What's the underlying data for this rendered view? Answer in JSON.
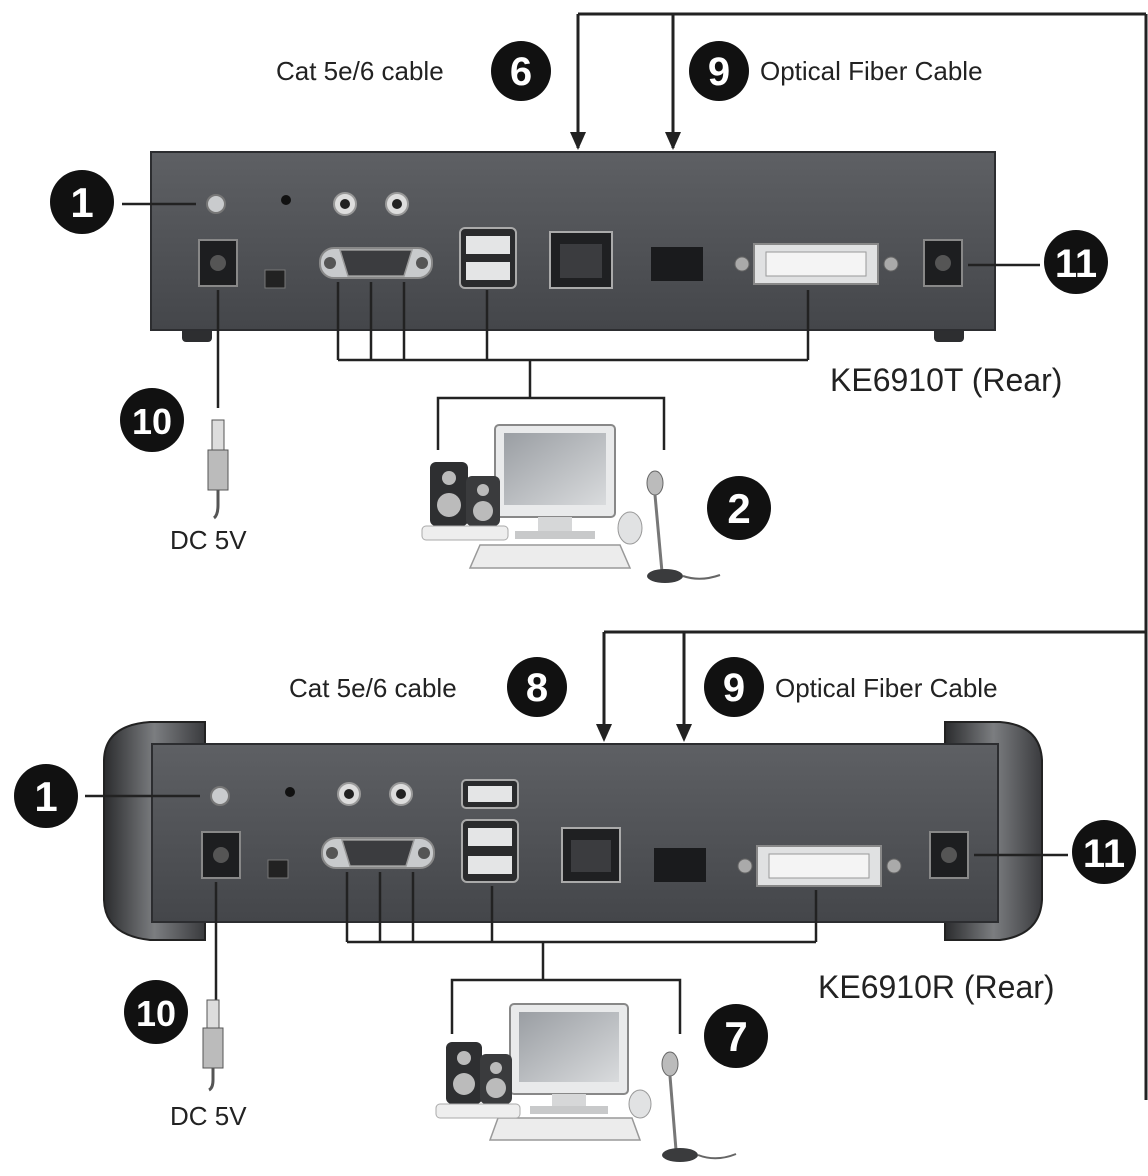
{
  "top_unit": {
    "model_label": "KE6910T (Rear)",
    "cat_cable_label": "Cat 5e/6 cable",
    "cat_cable_number": "6",
    "fiber_cable_label": "Optical Fiber Cable",
    "fiber_cable_number": "9",
    "power_led_number": "1",
    "dc_in_number": "11",
    "power_adapter_number": "10",
    "power_adapter_label": "DC 5V",
    "console_number": "2"
  },
  "bottom_unit": {
    "model_label": "KE6910R (Rear)",
    "cat_cable_label": "Cat 5e/6 cable",
    "cat_cable_number": "8",
    "fiber_cable_label": "Optical Fiber Cable",
    "fiber_cable_number": "9",
    "power_led_number": "1",
    "dc_in_number": "11",
    "power_adapter_number": "10",
    "power_adapter_label": "DC 5V",
    "console_number": "7"
  },
  "colors": {
    "panel": "#55575b",
    "panel_dark": "#3a3b3e",
    "badge": "#111111",
    "line": "#222222"
  }
}
